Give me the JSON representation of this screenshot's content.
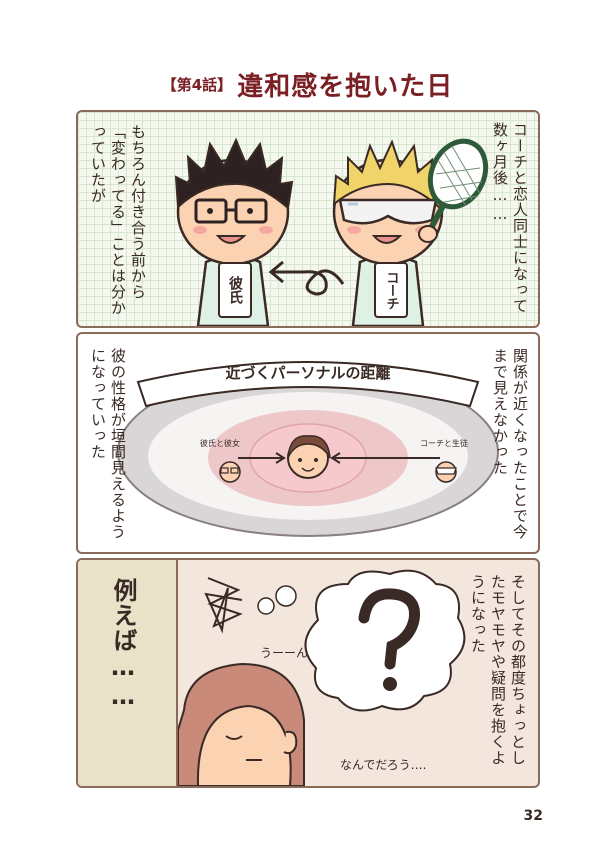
{
  "title": {
    "episode": "【第4話】",
    "main": "違和感を抱いた日"
  },
  "panel1": {
    "right_text": "コーチと恋人同士になって数ヶ月後……",
    "left_text": "もちろん付き合う前から「変わってる」ことは分かっていたが",
    "tag_boyfriend": "彼氏",
    "tag_coach": "コーチ"
  },
  "panel2": {
    "banner": "近づくパーソナルの距離",
    "right_text": "関係が近くなったことで今まで見えなかった",
    "left_text": "彼の性格が垣間見えるようになっていった",
    "label_left": "彼氏と彼女",
    "label_right": "コーチと生徒"
  },
  "panel3": {
    "left_text": "例えば……",
    "right_text": "そしてその都度ちょっとしたモヤモヤや疑問を抱くようになった",
    "sound": "うーーん",
    "thought": "なんでだろう…."
  },
  "page_number": "32",
  "colors": {
    "accent": "#7a1f24",
    "grid": "#f4f8ee",
    "ellipse_outer": "#d8d6d6",
    "ellipse_mid": "#eec7c9"
  }
}
